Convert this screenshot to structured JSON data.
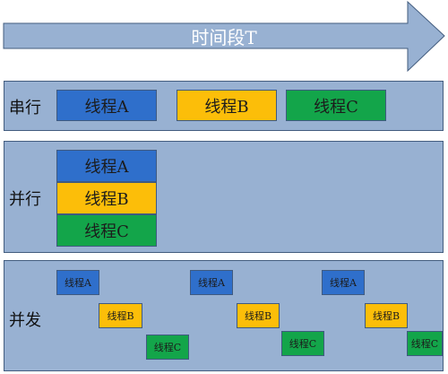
{
  "timeline": {
    "label": "时间段T"
  },
  "colors": {
    "thread_a": "#2f6fcb",
    "thread_b": "#fcbe09",
    "thread_c": "#13a54a",
    "panel": "#98b1d2",
    "arrow": "#98b1d2"
  },
  "serial": {
    "label": "串行",
    "blocks": [
      {
        "label": "线程A",
        "thread": "a"
      },
      {
        "label": "线程B",
        "thread": "b"
      },
      {
        "label": "线程C",
        "thread": "c"
      }
    ]
  },
  "parallel": {
    "label": "并行",
    "blocks": [
      {
        "label": "线程A",
        "thread": "a"
      },
      {
        "label": "线程B",
        "thread": "b"
      },
      {
        "label": "线程C",
        "thread": "c"
      }
    ]
  },
  "concurrent": {
    "label": "并发",
    "blocks": [
      {
        "label": "线程A",
        "thread": "a"
      },
      {
        "label": "线程B",
        "thread": "b"
      },
      {
        "label": "线程C",
        "thread": "c"
      },
      {
        "label": "线程A",
        "thread": "a"
      },
      {
        "label": "线程B",
        "thread": "b"
      },
      {
        "label": "线程C",
        "thread": "c"
      },
      {
        "label": "线程A",
        "thread": "a"
      },
      {
        "label": "线程B",
        "thread": "b"
      },
      {
        "label": "线程C",
        "thread": "c"
      }
    ]
  }
}
